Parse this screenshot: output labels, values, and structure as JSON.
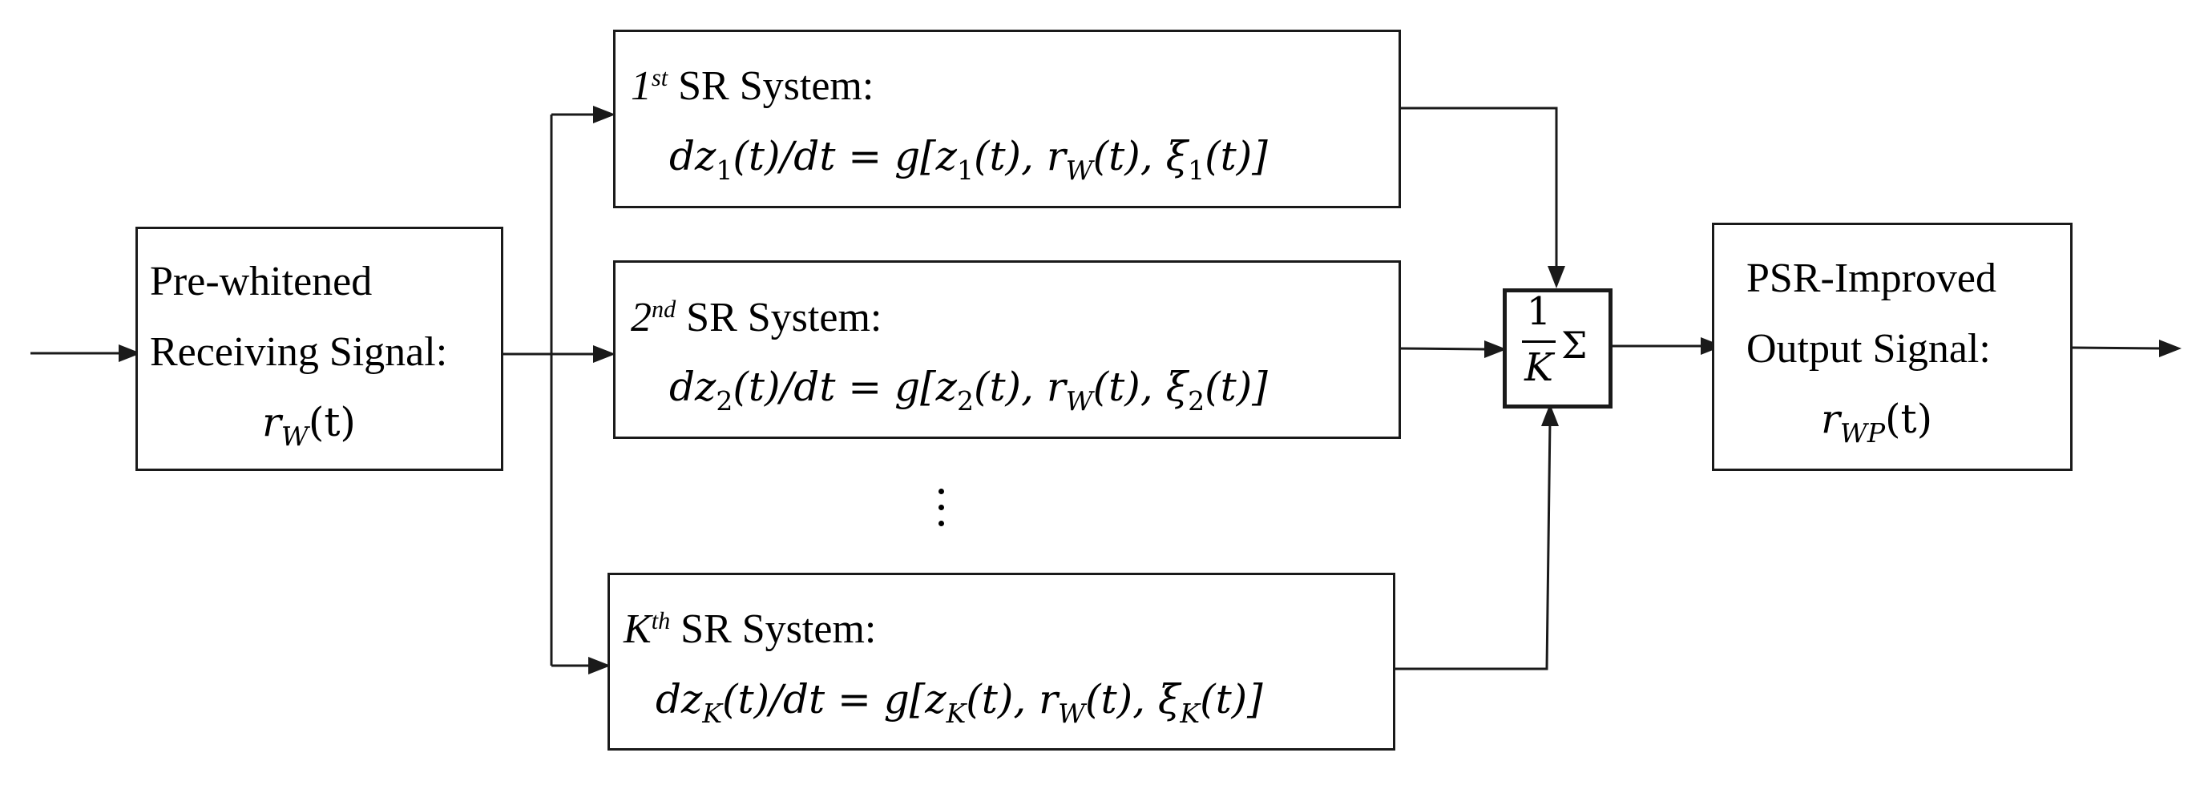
{
  "input_block": {
    "line1": "Pre-whitened",
    "line2": "Receiving Signal:",
    "signal_symbol": "r",
    "signal_subscript": "W",
    "signal_arg": "(t)"
  },
  "sr_systems": [
    {
      "ordinal_prefix": "1",
      "ordinal_suffix": "st",
      "title": "SR System:",
      "lhs_head": "dz",
      "lhs_sub": "1",
      "lhs_tail": "(t)/dt = g[z",
      "arg1_sub": "1",
      "arg1_tail": "(t), r",
      "rw_sub": "W",
      "rw_tail": "(t), ξ",
      "xi_sub": "1",
      "end": "(t)]"
    },
    {
      "ordinal_prefix": "2",
      "ordinal_suffix": "nd",
      "title": "SR System:",
      "lhs_head": "dz",
      "lhs_sub": "2",
      "lhs_tail": "(t)/dt = g[z",
      "arg1_sub": "2",
      "arg1_tail": "(t), r",
      "rw_sub": "W",
      "rw_tail": "(t), ξ",
      "xi_sub": "2",
      "end": "(t)]"
    },
    {
      "ordinal_prefix": "K",
      "ordinal_suffix": "th",
      "title": "SR System:",
      "lhs_head": "dz",
      "lhs_sub": "K",
      "lhs_tail": "(t)/dt = g[z",
      "arg1_sub": "K",
      "arg1_tail": "(t), r",
      "rw_sub": "W",
      "rw_tail": "(t), ξ",
      "xi_sub": "K",
      "end": "(t)]"
    }
  ],
  "summer": {
    "numerator": "1",
    "denominator": "K",
    "sigma": "Σ"
  },
  "output_block": {
    "line1": "PSR-Improved",
    "line2": "Output Signal:",
    "signal_symbol": "r",
    "signal_subscript": "WP",
    "signal_arg": "(t)"
  }
}
